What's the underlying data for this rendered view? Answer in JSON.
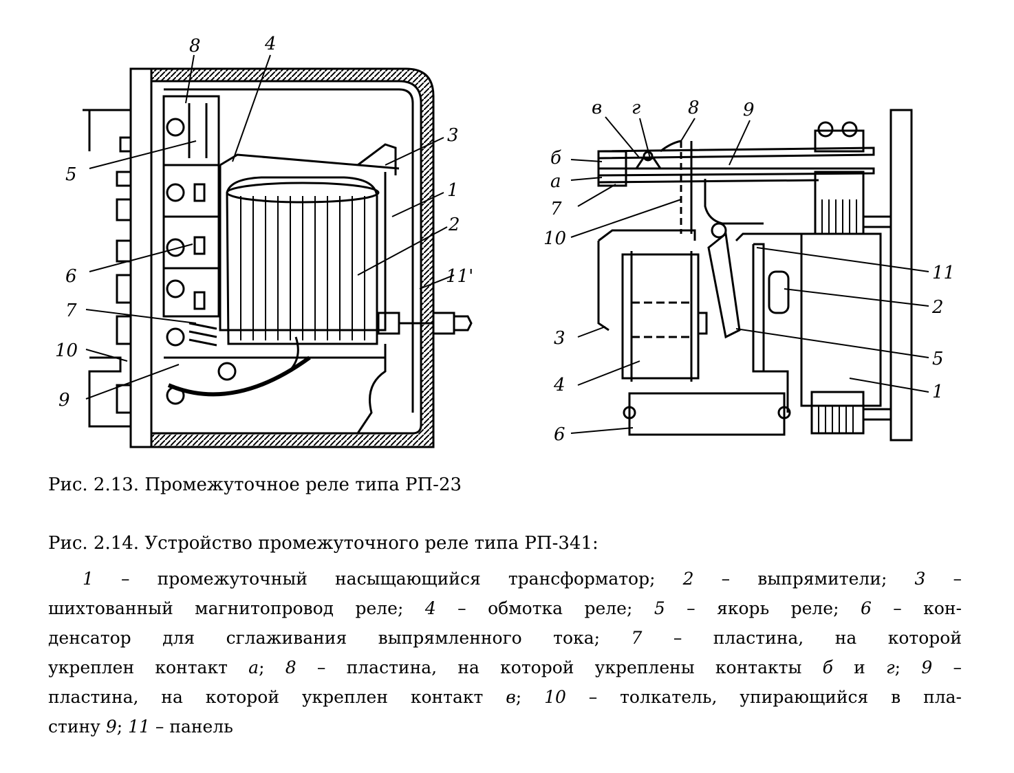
{
  "figure_a": {
    "labels": {
      "l8": "8",
      "l4": "4",
      "l3": "3",
      "l1": "1",
      "l2": "2",
      "l11p": "11'",
      "l5": "5",
      "l6": "6",
      "l7": "7",
      "l10": "10",
      "l9": "9"
    }
  },
  "figure_b": {
    "labels": {
      "lv": "в",
      "lg": "г",
      "l8": "8",
      "l9": "9",
      "lb": "б",
      "la": "а",
      "l7": "7",
      "l10": "10",
      "l11": "11",
      "l2": "2",
      "l3": "3",
      "l5": "5",
      "l4": "4",
      "l1": "1",
      "l6": "6"
    }
  },
  "captions": {
    "fig213": "Рис. 2.13. Промежуточное реле типа РП-23",
    "fig214": "Рис. 2.14. Устройство промежуточного реле типа РП-341:"
  },
  "legend": {
    "n1": "1",
    "t1": " – промежуточный насыщающийся трансформатор; ",
    "n2": "2",
    "t2": " – выпрямители; ",
    "n3": "3",
    "t3": " –",
    "t3b": "шихтованный магнитопровод реле; ",
    "n4": "4",
    "t4": " – обмотка реле; ",
    "n5": "5",
    "t5": " – якорь реле; ",
    "n6": "6",
    "t6": " – кон-",
    "t6b": "денсатор для сглаживания выпрямленного тока; ",
    "n7": "7",
    "t7": " – пластина, на которой",
    "t7b": "укреплен контакт ",
    "ca": "а",
    "t7c": "; ",
    "n8": "8",
    "t8": " – пластина, на которой укреплены контакты ",
    "cb": "б",
    "and": " и ",
    "cg": "г",
    "t8c": "; ",
    "n9": "9",
    "t9": " –",
    "t9b": "пластина, на которой укреплен контакт ",
    "cv": "в",
    "t9c": "; ",
    "n10": "10",
    "t10": " – толкатель, упирающийся в пла-",
    "t10b": "стину ",
    "n9b": "9",
    "t10c": "; ",
    "n11": "11",
    "t11": " – панель"
  }
}
